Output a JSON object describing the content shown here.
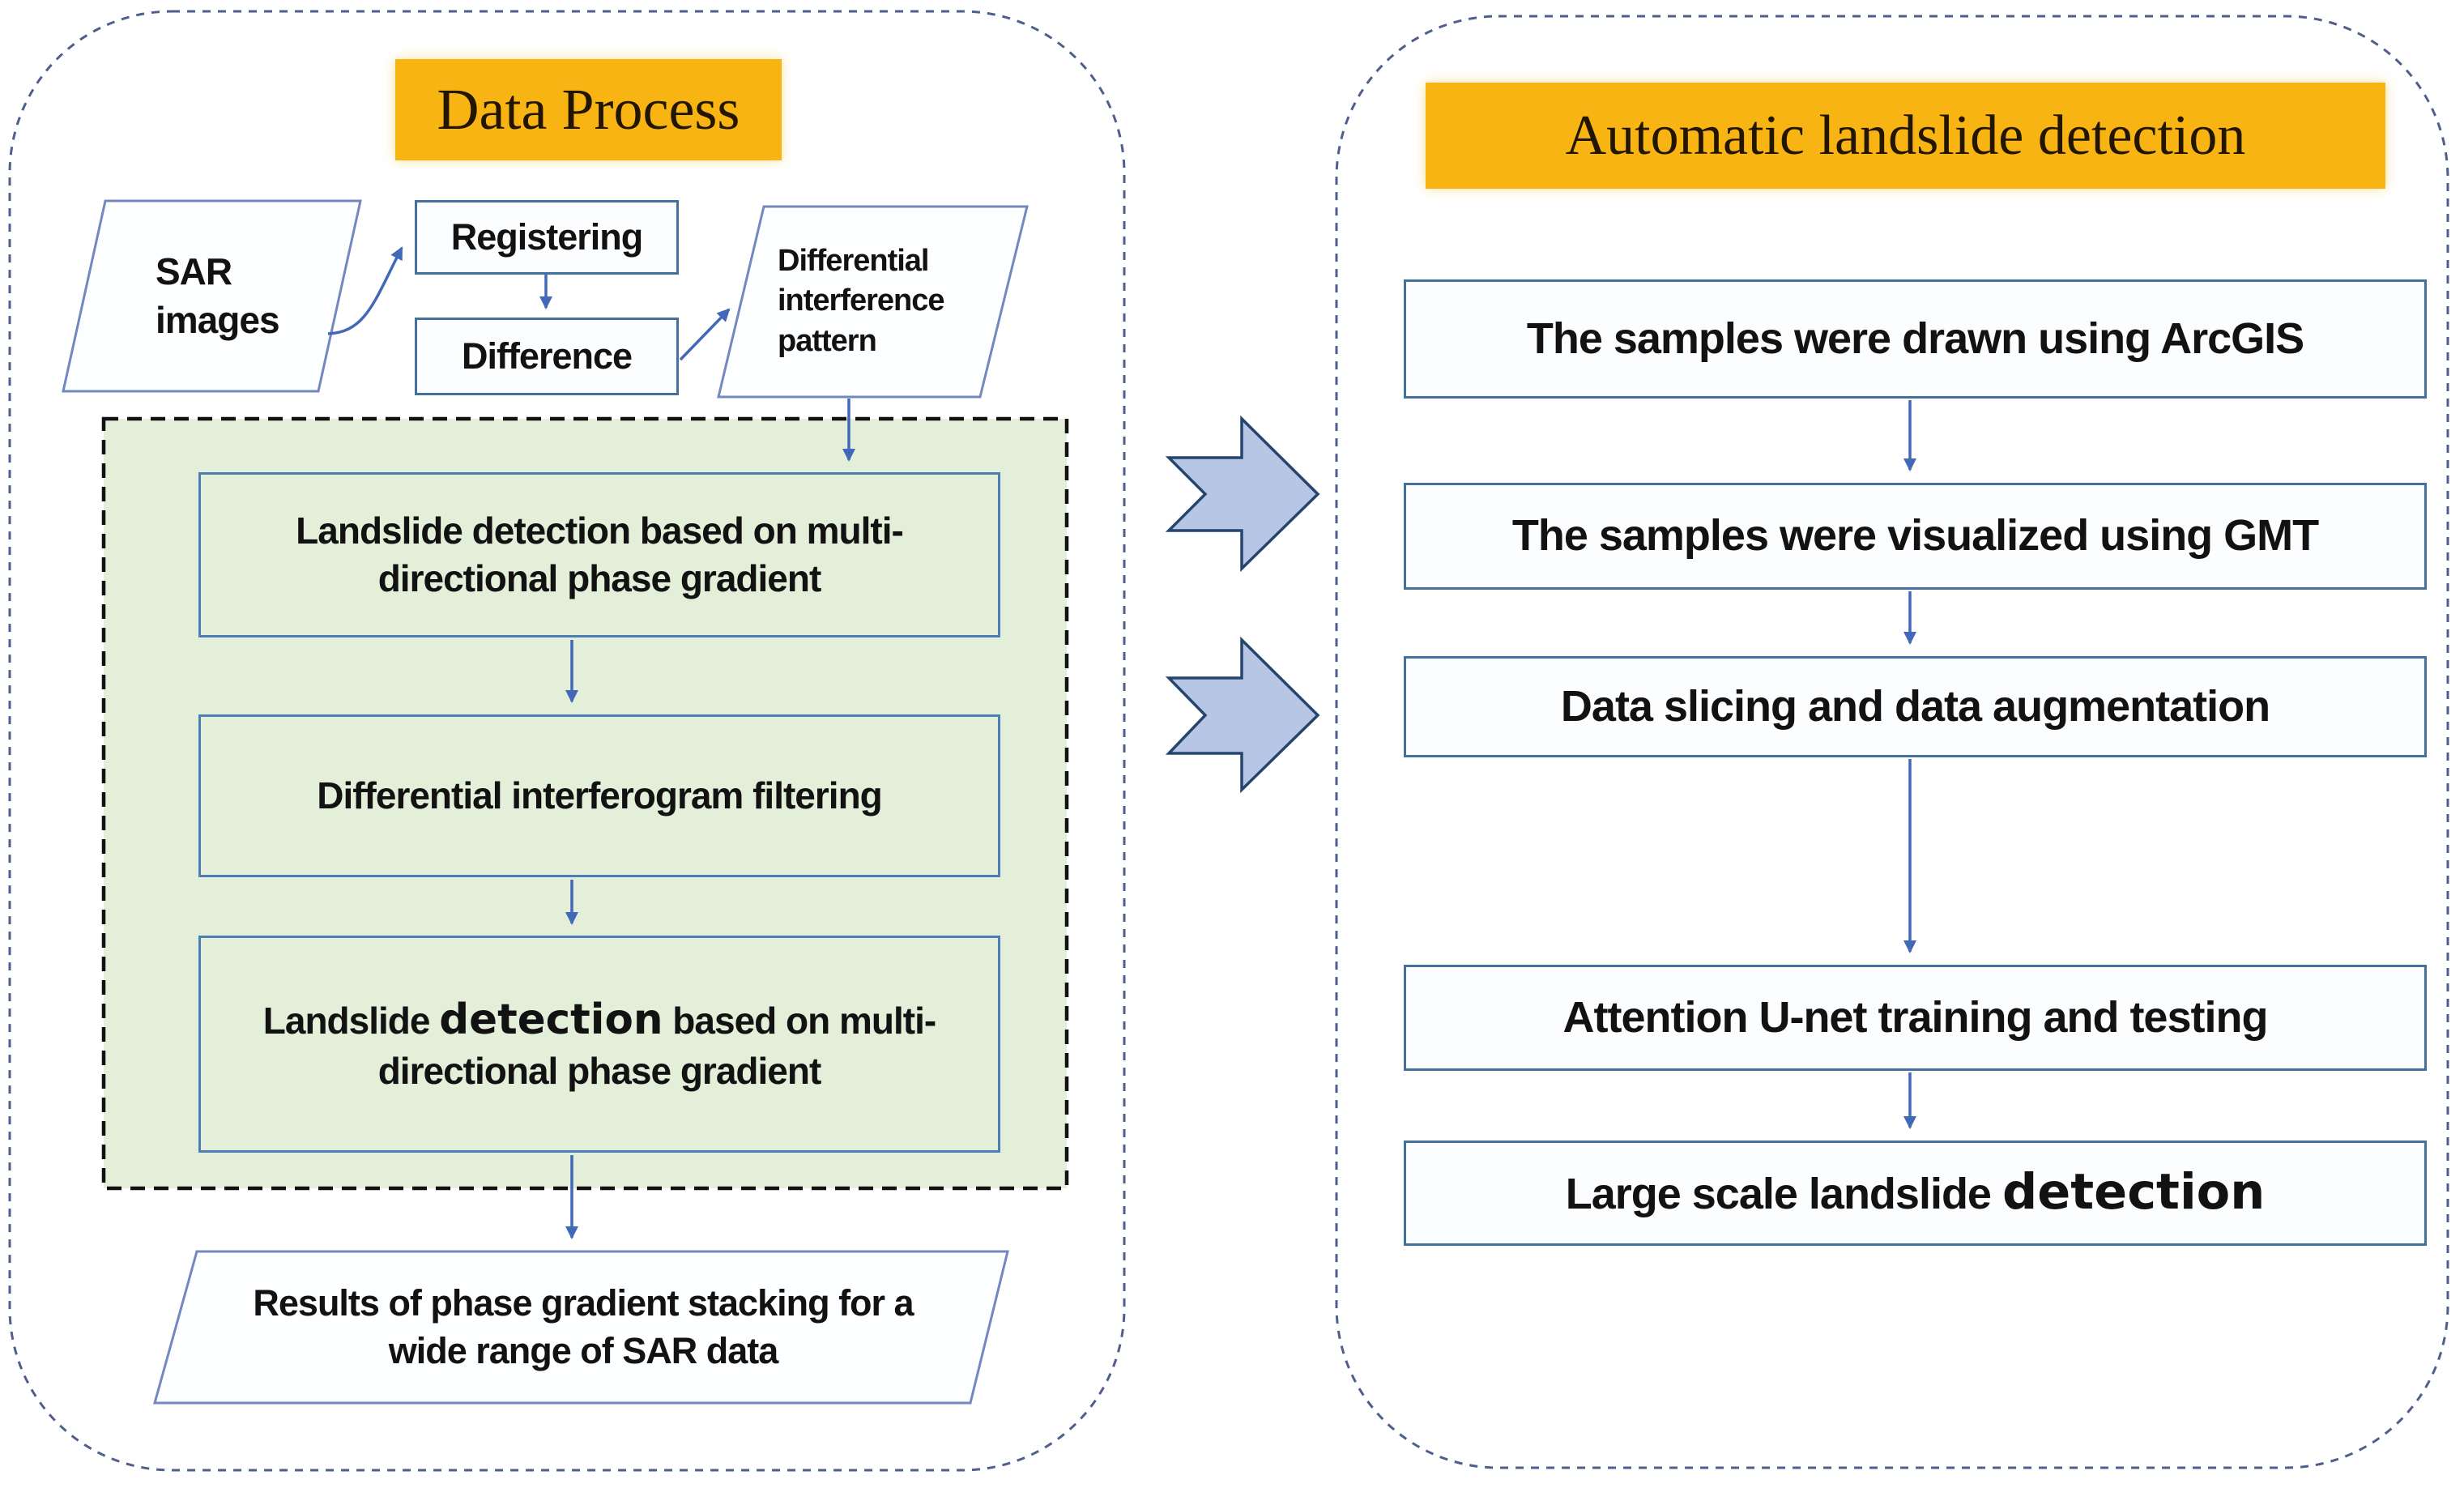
{
  "left_panel": {
    "header": "Data Process",
    "sar_images": "SAR images",
    "registering": "Registering",
    "difference": "Difference",
    "interference_pattern": "Differential interference pattern",
    "step1": "Landslide detection based on multi-directional phase gradient",
    "step2": "Differential interferogram filtering",
    "step3_pre": "Landslide ",
    "step3_emph": "detection",
    "step3_post": " based on multi-directional phase gradient",
    "results": "Results of phase gradient stacking for a wide range of SAR data"
  },
  "right_panel": {
    "header": "Automatic landslide detection",
    "step1": "The samples were drawn using ArcGIS",
    "step2": "The samples were visualized using GMT",
    "step3": "Data slicing and data augmentation",
    "step4": "Attention U-net training and testing",
    "step5_pre": "Large scale landslide ",
    "step5_emph": "detection"
  },
  "colors": {
    "gold_header": "#F7B413",
    "box_border": "#41719C",
    "green_fill": "#E3EFD9",
    "arrow_blue": "#4169B8",
    "chevron_fill": "#B7C6E4",
    "chevron_border": "#24466E",
    "panel_dash_border": "#4F5E8C",
    "green_dash_border": "#111111"
  }
}
